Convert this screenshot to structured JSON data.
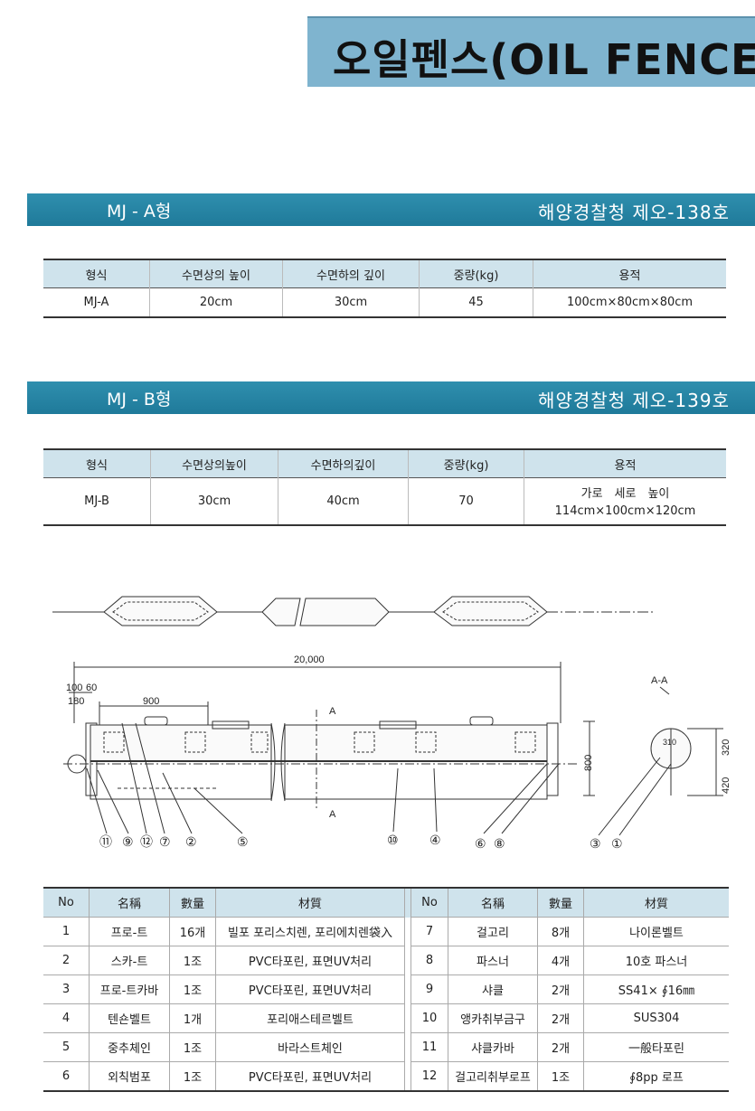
{
  "title": "오일펜스(OIL FENCE)",
  "type_a": {
    "band_left": "MJ - A형",
    "band_right": "해양경찰청 제오-138호",
    "headers": [
      "형식",
      "수면상의 높이",
      "수면하의 깊이",
      "중량(kg)",
      "용적"
    ],
    "row": [
      "MJ-A",
      "20cm",
      "30cm",
      "45",
      "100cm×80cm×80cm"
    ]
  },
  "type_b": {
    "band_left": "MJ - B형",
    "band_right": "해양경찰청 제오-139호",
    "headers": [
      "형식",
      "수면상의높이",
      "수면하의깊이",
      "중량(kg)",
      "용적"
    ],
    "row": [
      "MJ-B",
      "30cm",
      "40cm",
      "70"
    ],
    "volume_line1": "가로　세로　높이",
    "volume_line2": "114cm×100cm×120cm"
  },
  "diagram": {
    "dim_total": "20,000",
    "dim_100": "100",
    "dim_60": "60",
    "dim_180": "180",
    "dim_900": "900",
    "dim_800": "800",
    "section_a": "A",
    "section_title": "A-A",
    "dim_310": "310",
    "dim_320": "320",
    "dim_420": "420",
    "callouts": [
      "⑪",
      "⑨",
      "⑫",
      "⑦",
      "②",
      "⑤",
      "⑩",
      "④",
      "⑥",
      "⑧",
      "③",
      "①"
    ]
  },
  "parts": {
    "headers": [
      "No",
      "名稱",
      "數量",
      "材質",
      "No",
      "名稱",
      "數量",
      "材質"
    ],
    "rows": [
      [
        "1",
        "프로-트",
        "16개",
        "빌포 포리스치렌, 포리에치렌袋入",
        "7",
        "걸고리",
        "8개",
        "나이론벨트"
      ],
      [
        "2",
        "스카-트",
        "1조",
        "PVC타포린, 표면UV처리",
        "8",
        "파스너",
        "4개",
        "10호 파스너"
      ],
      [
        "3",
        "프로-트카바",
        "1조",
        "PVC타포린, 표면UV처리",
        "9",
        "샤클",
        "2개",
        "SS41× ∮16㎜"
      ],
      [
        "4",
        "텐숀벨트",
        "1개",
        "포리애스테르벨트",
        "10",
        "앵카취부금구",
        "2개",
        "SUS304"
      ],
      [
        "5",
        "중추체인",
        "1조",
        "바라스트체인",
        "11",
        "샤클카바",
        "2개",
        "一般타포린"
      ],
      [
        "6",
        "외칙범포",
        "1조",
        "PVC타포린, 표면UV처리",
        "12",
        "걸고리취부로프",
        "1조",
        "∮8pp 로프"
      ]
    ]
  }
}
